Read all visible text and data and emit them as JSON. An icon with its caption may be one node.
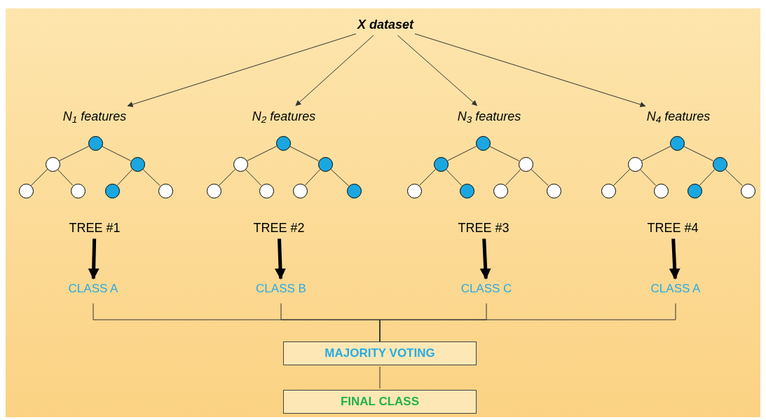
{
  "diagram": {
    "nodes": [
      {
        "text": [
          "X dataset"
        ]
      },
      {
        "text": [
          "N$_{1}$ features"
        ]
      },
      {
        "text": [
          "N$_{2}$ features"
        ]
      },
      {
        "text": [
          "N$_{3}$ features"
        ]
      },
      {
        "text": [
          "N$_{4}$ features"
        ]
      },
      {
        "text": [],
        "shape": "circle"
      },
      {
        "text": [],
        "shape": "circle"
      },
      {
        "text": [],
        "shape": "circle"
      },
      {
        "text": [],
        "shape": "circle"
      },
      {
        "text": [],
        "shape": "circle"
      },
      {
        "text": [],
        "shape": "circle"
      },
      {
        "text": [],
        "shape": "circle"
      },
      {
        "text": [],
        "shape": "circle"
      },
      {
        "text": [],
        "shape": "circle"
      },
      {
        "text": [],
        "shape": "circle"
      },
      {
        "text": [],
        "shape": "circle"
      },
      {
        "text": [],
        "shape": "circle"
      },
      {
        "text": [],
        "shape": "circle"
      },
      {
        "text": [],
        "shape": "circle"
      },
      {
        "text": [],
        "shape": "circle"
      },
      {
        "text": [],
        "shape": "circle"
      },
      {
        "text": [],
        "shape": "circle"
      },
      {
        "text": [],
        "shape": "circle"
      },
      {
        "text": [],
        "shape": "circle"
      },
      {
        "text": [],
        "shape": "circle"
      },
      {
        "text": [],
        "shape": "circle"
      },
      {
        "text": [],
        "shape": "circle"
      },
      {
        "text": [],
        "shape": "circle"
      },
      {
        "text": [],
        "shape": "circle"
      },
      {
        "text": [],
        "shape": "circle"
      },
      {
        "text": [],
        "shape": "circle"
      },
      {
        "text": [],
        "shape": "circle"
      },
      {
        "text": [],
        "shape": "circle"
      },
      {
        "text": [
          "TREE #1"
        ]
      },
      {
        "text": [
          "TREE #2"
        ]
      },
      {
        "text": [
          "TREE #3"
        ]
      },
      {
        "text": [
          "TREE #4"
        ]
      },
      {
        "text": [
          "CLASS A"
        ]
      },
      {
        "text": [
          "CLASS B"
        ]
      },
      {
        "text": [
          "CLASS C"
        ]
      },
      {
        "text": [
          "CLASS A"
        ]
      },
      {
        "text": [
          "MAJORITY VOTING"
        ]
      },
      {
        "text": [
          "FINAL CLASS"
        ]
      }
    ],
    "edges": [
      {
        "from": 0,
        "to": 1,
        "arrow": "to"
      },
      {
        "from": 0,
        "to": 2,
        "arrow": "to"
      },
      {
        "from": 0,
        "to": 3,
        "arrow": "to"
      },
      {
        "from": 0,
        "to": 4,
        "arrow": "to"
      },
      {
        "from": 5,
        "to": 6,
        "arrow": "none"
      },
      {
        "from": 5,
        "to": 7,
        "arrow": "none"
      },
      {
        "from": 6,
        "to": 8,
        "arrow": "none"
      },
      {
        "from": 6,
        "to": 9,
        "arrow": "none"
      },
      {
        "from": 7,
        "to": 10,
        "arrow": "none"
      },
      {
        "from": 7,
        "to": 11,
        "arrow": "none"
      },
      {
        "from": 12,
        "to": 13,
        "arrow": "none"
      },
      {
        "from": 12,
        "to": 14,
        "arrow": "none"
      },
      {
        "from": 13,
        "to": 15,
        "arrow": "none"
      },
      {
        "from": 13,
        "to": 16,
        "arrow": "none"
      },
      {
        "from": 14,
        "to": 17,
        "arrow": "none"
      },
      {
        "from": 14,
        "to": 18,
        "arrow": "none"
      },
      {
        "from": 19,
        "to": 20,
        "arrow": "none"
      },
      {
        "from": 19,
        "to": 21,
        "arrow": "none"
      },
      {
        "from": 20,
        "to": 22,
        "arrow": "none"
      },
      {
        "from": 20,
        "to": 23,
        "arrow": "none"
      },
      {
        "from": 21,
        "to": 24,
        "arrow": "none"
      },
      {
        "from": 21,
        "to": 25,
        "arrow": "none"
      },
      {
        "from": 26,
        "to": 27,
        "arrow": "none"
      },
      {
        "from": 26,
        "to": 28,
        "arrow": "none"
      },
      {
        "from": 27,
        "to": 29,
        "arrow": "none"
      },
      {
        "from": 27,
        "to": 30,
        "arrow": "none"
      },
      {
        "from": 28,
        "to": 31,
        "arrow": "none"
      },
      {
        "from": 28,
        "to": 32,
        "arrow": "none"
      },
      {
        "from": 33,
        "to": 37,
        "arrow": "to",
        "style": "thick"
      },
      {
        "from": 34,
        "to": 38,
        "arrow": "to",
        "style": "thick"
      },
      {
        "from": 35,
        "to": 39,
        "arrow": "to",
        "style": "thick"
      },
      {
        "from": 36,
        "to": 40,
        "arrow": "to",
        "style": "thick"
      },
      {
        "from": 37,
        "to": 41,
        "arrow": "none"
      },
      {
        "from": 38,
        "to": 41,
        "arrow": "none"
      },
      {
        "from": 39,
        "to": 41,
        "arrow": "none"
      },
      {
        "from": 40,
        "to": 41,
        "arrow": "none"
      },
      {
        "from": 41,
        "to": 42,
        "arrow": "none"
      }
    ]
  }
}
